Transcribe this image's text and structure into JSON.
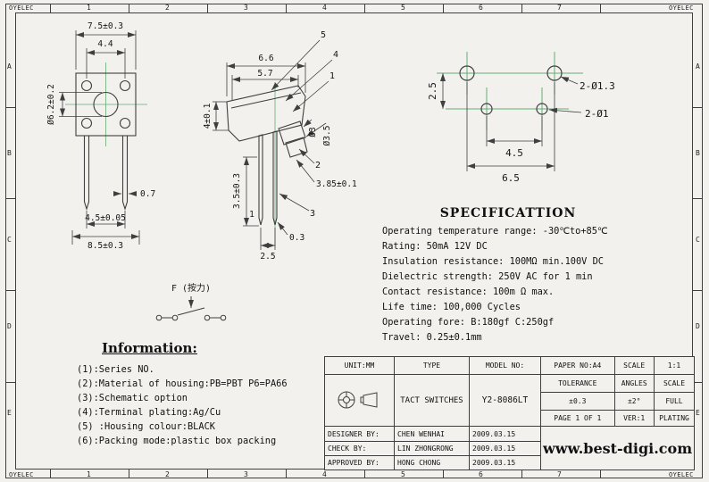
{
  "frame": {
    "corner_label": "OYELEC",
    "zone_numbers": [
      "1",
      "2",
      "3",
      "4",
      "5",
      "6",
      "7"
    ],
    "zone_letters": [
      "A",
      "B",
      "C",
      "D",
      "E"
    ]
  },
  "front_view": {
    "top_width": "7.5±0.3",
    "inner_width": "4.4",
    "body_dia": "Ø6.2±0.2",
    "pin_width": "0.7",
    "pin_pitch": "4.5±0.05",
    "base_width": "8.5±0.3"
  },
  "side_view": {
    "width_outer": "6.6",
    "width_inner": "5.7",
    "height": "4±0.1",
    "stem_dia_small": "Ø3",
    "stem_dia_big": "Ø3.5",
    "pin_length": "3.85±0.1",
    "lower_height": "3.5±0.3",
    "pin_width": "1",
    "tip_width": "0.3",
    "pin_pitch": "2.5",
    "callout_1": "1",
    "callout_2": "2",
    "callout_3": "3",
    "callout_4": "4",
    "callout_5": "5"
  },
  "pcb_view": {
    "row_offset": "2.5",
    "inner_pitch": "4.5",
    "outer_pitch": "6.5",
    "big_holes": "2-Ø1.3",
    "small_holes": "2-Ø1"
  },
  "force_diagram": {
    "label": "F (按力)"
  },
  "spec": {
    "title": "SPECIFICATTION",
    "lines": [
      "Operating temperature range: -30℃to+85℃",
      "Rating: 50mA 12V DC",
      "Insulation resistance: 100MΩ min.100V DC",
      "Dielectric strength: 250V AC for 1 min",
      "Contact resistance: 100m Ω max.",
      "Life time: 100,000 Cycles",
      "Operating fore: B:180gf C:250gf",
      "Travel: 0.25±0.1mm"
    ]
  },
  "info": {
    "title": "Information:",
    "lines": [
      "(1):Series NO.",
      "(2):Material of housing:PB=PBT P6=PA66",
      "(3):Schematic option",
      "(4):Terminal plating:Ag/Cu",
      "(5) :Housing colour:BLACK",
      "(6):Packing mode:plastic box packing"
    ]
  },
  "title_block": {
    "unit": "UNIT:MM",
    "type_label": "TYPE",
    "model_label": "MODEL NO:",
    "paper": "PAPER NO:A4",
    "scale_label": "SCALE",
    "scale_value": "1:1",
    "type_value": "TACT SWITCHES",
    "model_value": "Y2-8086LT",
    "tolerance_label": "TOLERANCE",
    "angles_label": "ANGLES",
    "scale2_label": "SCALE",
    "tolerance_value": "±0.3",
    "angles_value": "±2°",
    "scale2_value": "FULL",
    "page": "PAGE 1 OF 1",
    "version": "VER:1",
    "plating": "PLATING",
    "designer_label": "DESIGNER BY:",
    "designer_name": "CHEN WENHAI",
    "designer_date": "2009.03.15",
    "checker_label": "CHECK BY:",
    "checker_name": "LIN ZHONGRONG",
    "checker_date": "2009.03.15",
    "approver_label": "APPROVED BY:",
    "approver_name": "HONG CHONG",
    "approver_date": "2009.03.15",
    "website": "www.best-digi.com"
  },
  "colors": {
    "line": "#3f3f3f",
    "centerline_green": "#63ad74",
    "background": "#f2f1ee"
  }
}
